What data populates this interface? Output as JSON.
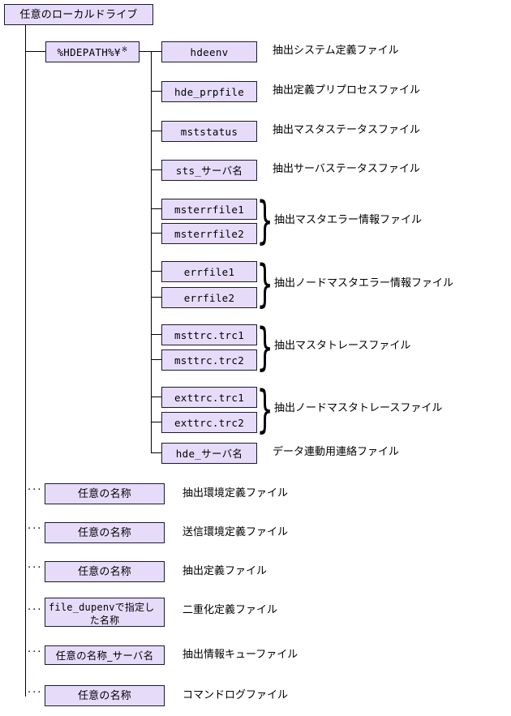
{
  "diagram": {
    "title": "任意のローカルドライブ",
    "root": {
      "label": "任意のローカルドライブ"
    },
    "path_node": {
      "label": "%HDEPATH%¥",
      "note_mark": "※"
    },
    "hdepath_children": [
      {
        "name": "hdeenv",
        "desc": "抽出システム定義ファイル"
      },
      {
        "name": "hde_prpfile",
        "desc": "抽出定義プリプロセスファイル"
      },
      {
        "name": "mststatus",
        "desc": "抽出マスタステータスファイル"
      },
      {
        "name": "sts_サーバ名",
        "desc": "抽出サーバステータスファイル"
      },
      {
        "name": "msterrfile1",
        "desc": ""
      },
      {
        "name": "msterrfile2",
        "desc": ""
      },
      {
        "name": "errfile1",
        "desc": ""
      },
      {
        "name": "errfile2",
        "desc": ""
      },
      {
        "name": "msttrc.trc1",
        "desc": ""
      },
      {
        "name": "msttrc.trc2",
        "desc": ""
      },
      {
        "name": "exttrc.trc1",
        "desc": ""
      },
      {
        "name": "exttrc.trc2",
        "desc": ""
      },
      {
        "name": "hde_サーバ名",
        "desc": "データ連動用連絡ファイル"
      }
    ],
    "grouped_labels": [
      {
        "desc": "抽出マスタエラー情報ファイル"
      },
      {
        "desc": "抽出ノードマスタエラー情報ファイル"
      },
      {
        "desc": "抽出マスタトレースファイル"
      },
      {
        "desc": "抽出ノードマスタトレースファイル"
      }
    ],
    "brace_glyph": "}",
    "dots_glyph": "···",
    "root_children": [
      {
        "name": "任意の名称",
        "name_line2": "",
        "desc": "抽出環境定義ファイル"
      },
      {
        "name": "任意の名称",
        "name_line2": "",
        "desc": "送信環境定義ファイル"
      },
      {
        "name": "任意の名称",
        "name_line2": "",
        "desc": "抽出定義ファイル"
      },
      {
        "name": "file_dupenvで指定し",
        "name_line2": "た名称",
        "desc": "二重化定義ファイル"
      },
      {
        "name": "任意の名称_サーバ名",
        "name_line2": "",
        "desc": "抽出情報キューファイル"
      },
      {
        "name": "任意の名称",
        "name_line2": "",
        "desc": "コマンドログファイル"
      }
    ],
    "colors": {
      "box_fill": "#e6dcfa",
      "box_border": "#1a1a2e",
      "line": "#000000",
      "text": "#000000"
    }
  }
}
